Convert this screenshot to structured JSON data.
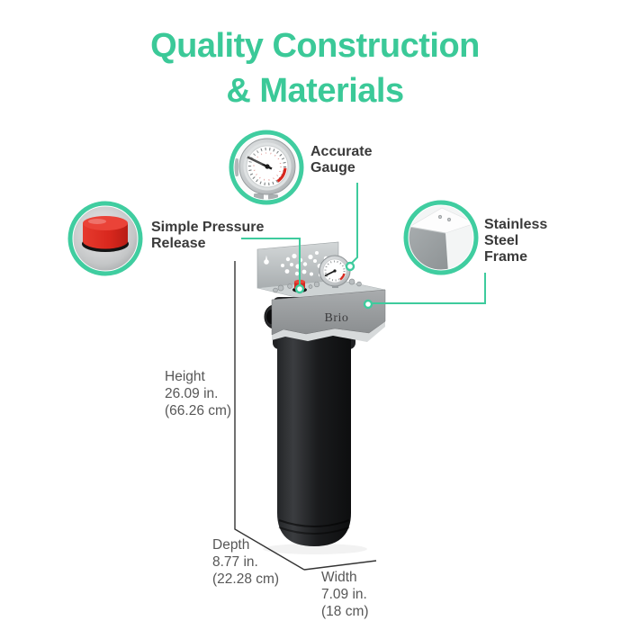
{
  "title": {
    "line1": "Quality Construction",
    "line2": "& Materials"
  },
  "callouts": {
    "gauge": {
      "line1": "Accurate",
      "line2": "Gauge"
    },
    "pressure_release": {
      "line1": "Simple Pressure",
      "line2": "Release"
    },
    "frame": {
      "line1": "Stainless",
      "line2": "Steel",
      "line3": "Frame"
    }
  },
  "dimensions": {
    "height": {
      "label": "Height",
      "imperial": "26.09 in.",
      "metric": "(66.26 cm)"
    },
    "depth": {
      "label": "Depth",
      "imperial": "8.77 in.",
      "metric": "(22.28 cm)"
    },
    "width": {
      "label": "Width",
      "imperial": "7.09 in.",
      "metric": "(18 cm)"
    }
  },
  "product": {
    "brand": "Brio"
  },
  "colors": {
    "accent_teal": "#3ECB9D",
    "title_teal": "#3BC998",
    "button_red": "#DD2B21",
    "label_dark": "#3A3A3A",
    "dimension_gray": "#575757"
  }
}
